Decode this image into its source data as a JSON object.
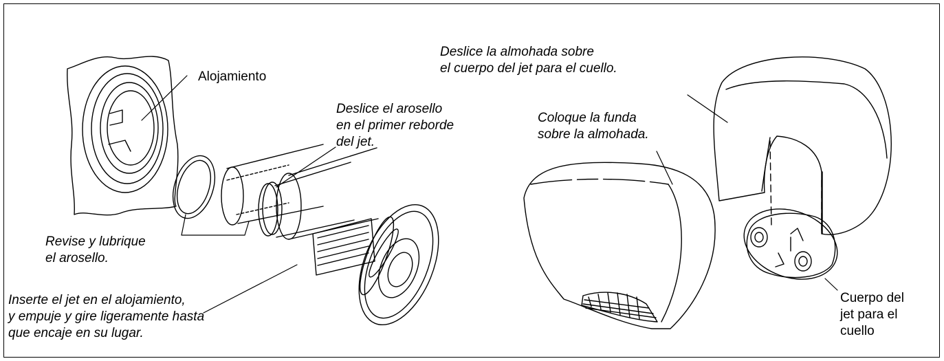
{
  "labels": {
    "housing": "Alojamiento",
    "slide_oring_1": "Deslice el arosello",
    "slide_oring_2": "en el primer reborde",
    "slide_oring_3": "del jet.",
    "inspect_1": "Revise y lubrique",
    "inspect_2": "el arosello.",
    "insert_1": "Inserte el jet en el alojamiento,",
    "insert_2": "y empuje y gire ligeramente hasta",
    "insert_3": "que encaje en su lugar.",
    "pillow_1": "Deslice la almohada sobre",
    "pillow_2": "el cuerpo del jet para el cuello.",
    "cover_1": "Coloque la funda",
    "cover_2": "sobre la almohada.",
    "body_1": "Cuerpo del",
    "body_2": "jet para el",
    "body_3": "cuello"
  }
}
